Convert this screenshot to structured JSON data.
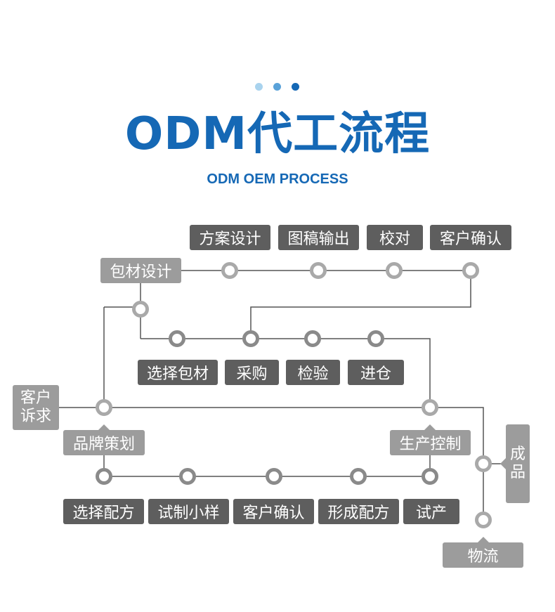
{
  "header": {
    "dot_colors": [
      "#a9d3ee",
      "#5aa2d9",
      "#1568b5"
    ],
    "title": "ODM代工流程",
    "subtitle": "ODM OEM PROCESS"
  },
  "colors": {
    "title_blue": "#1568b5",
    "box_dark": "#5e5e5e",
    "box_light": "#9c9c9c",
    "line": "#555555",
    "node_ring": "#a9a9a9"
  },
  "diagram": {
    "top_row": [
      "方案设计",
      "图稿输出",
      "校对",
      "客户确认"
    ],
    "package_design": "包材设计",
    "package_row": [
      "选择包材",
      "采购",
      "检验",
      "进仓"
    ],
    "customer_request": [
      "客户",
      "诉求"
    ],
    "brand_planning": "品牌策划",
    "production_control": "生产控制",
    "finished_product": [
      "成",
      "品"
    ],
    "formula_row": [
      "选择配方",
      "试制小样",
      "客户确认",
      "形成配方",
      "试产"
    ],
    "logistics": "物流"
  }
}
